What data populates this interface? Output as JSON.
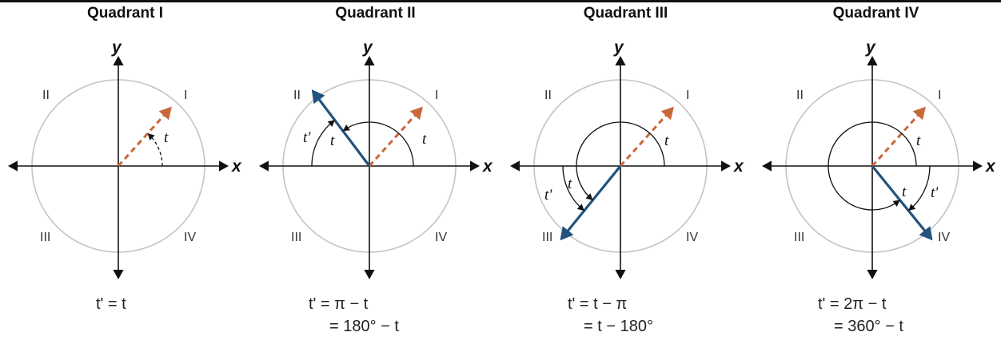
{
  "colors": {
    "reference_arrow": "#c8683a",
    "angle_arrow": "#23527c",
    "circle": "#c4c4c4",
    "axis": "#111111"
  },
  "axis_labels": {
    "x": "x",
    "y": "y"
  },
  "quadrant_numerals": [
    "I",
    "II",
    "III",
    "IV"
  ],
  "angle_labels": {
    "t": "t",
    "t_prime": "t'"
  },
  "panels": [
    {
      "title": "Quadrant I",
      "eq_line1": "t' = t",
      "eq_line2": ""
    },
    {
      "title": "Quadrant II",
      "eq_line1": "t' = π − t",
      "eq_line2": "= 180° − t"
    },
    {
      "title": "Quadrant III",
      "eq_line1": "t' = t − π",
      "eq_line2": "= t − 180°"
    },
    {
      "title": "Quadrant IV",
      "eq_line1": "t' = 2π − t",
      "eq_line2": "= 360° − t"
    }
  ]
}
